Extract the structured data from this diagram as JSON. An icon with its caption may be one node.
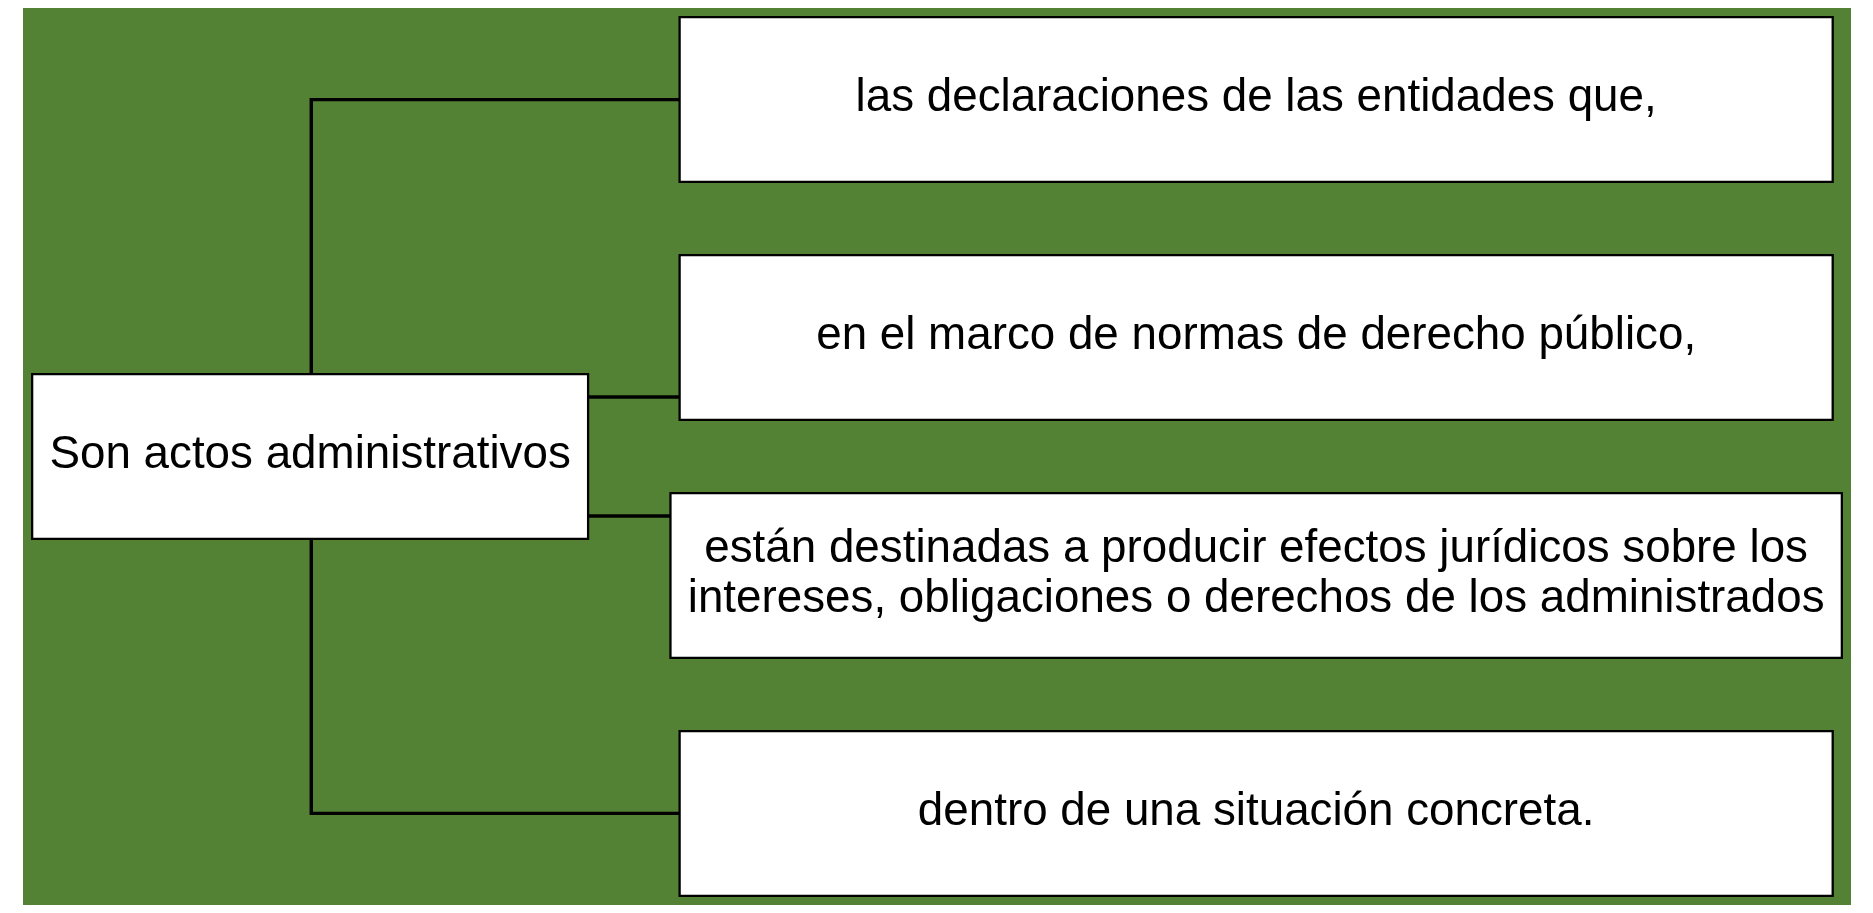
{
  "diagram": {
    "nodes": [
      {
        "text": [
          "Son actos administrativos"
        ]
      },
      {
        "text": [
          "las declaraciones de las entidades que,"
        ]
      },
      {
        "text": [
          "en el marco de normas de derecho público,"
        ]
      },
      {
        "text": [
          "están destinadas a producir efectos jurídicos sobre los intereses, obligaciones o derechos de los administrados"
        ]
      },
      {
        "text": [
          "dentro de una situación concreta."
        ]
      }
    ],
    "edges": [
      {
        "from": 0,
        "to": 1,
        "arrow": "none"
      },
      {
        "from": 0,
        "to": 2,
        "arrow": "none"
      },
      {
        "from": 0,
        "to": 3,
        "arrow": "none"
      },
      {
        "from": 0,
        "to": 4,
        "arrow": "none"
      }
    ]
  }
}
